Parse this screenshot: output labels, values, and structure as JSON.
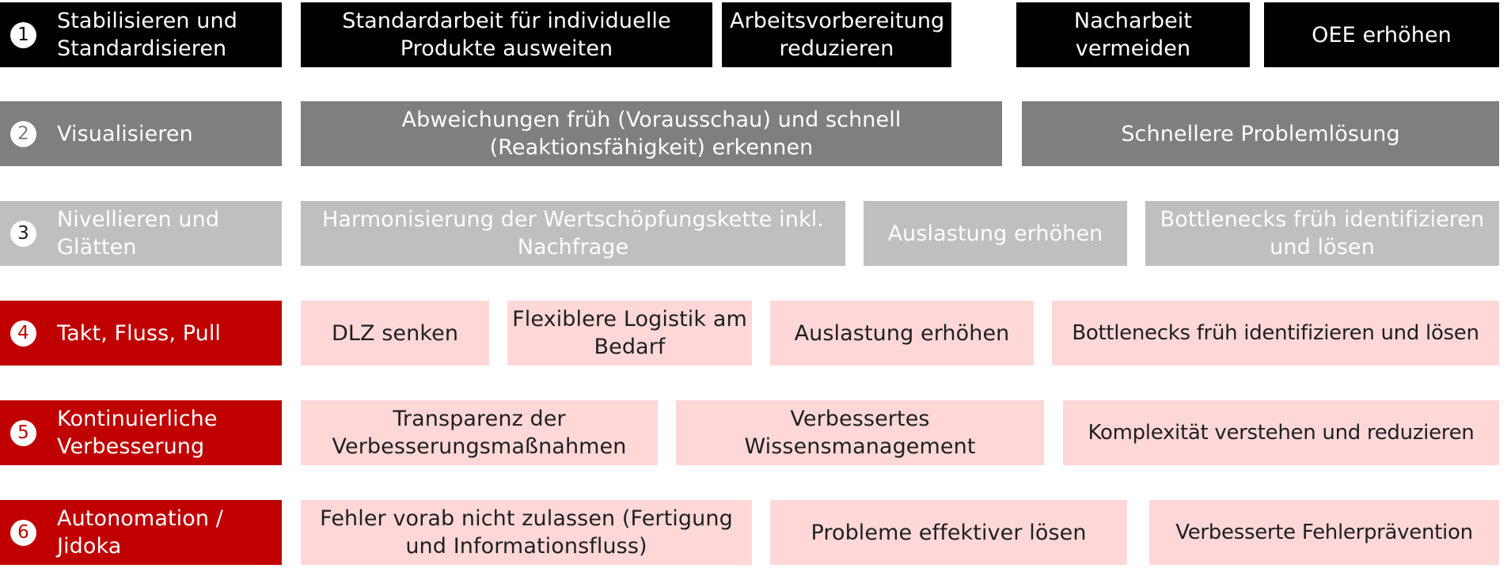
{
  "colors": {
    "black": "#000000",
    "dark_gray": "#7f7f7f",
    "light_gray": "#bfbfbf",
    "red": "#c00000",
    "pink": "#ffd7d7",
    "white": "#ffffff",
    "dark_text": "#1f1f1f"
  },
  "rows": [
    {
      "number": "1",
      "label": "Stabilisieren und Standardisieren",
      "goals": [
        "Standardarbeit für individuelle Produkte ausweiten",
        "Arbeitsvorbereitung reduzieren",
        "Nacharbeit vermeiden",
        "OEE erhöhen"
      ]
    },
    {
      "number": "2",
      "label": "Visualisieren",
      "goals": [
        "Abweichungen früh (Vorausschau) und schnell (Reaktionsfähigkeit) erkennen",
        "Schnellere Problemlösung"
      ]
    },
    {
      "number": "3",
      "label": "Nivellieren und Glätten",
      "goals": [
        "Harmonisierung der Wertschöpfungskette inkl. Nachfrage",
        "Auslastung erhöhen",
        "Bottlenecks früh identifizieren und lösen"
      ]
    },
    {
      "number": "4",
      "label": "Takt, Fluss, Pull",
      "goals": [
        "DLZ senken",
        "Flexiblere Logistik am Bedarf",
        "Auslastung erhöhen",
        "Bottlenecks früh identifizieren und lösen"
      ]
    },
    {
      "number": "5",
      "label": "Kontinuierliche Verbesserung",
      "goals": [
        "Transparenz der Verbesserungsmaßnahmen",
        "Verbessertes Wissensmanagement",
        "Komplexität verstehen und reduzieren"
      ]
    },
    {
      "number": "6",
      "label": "Autonomation / Jidoka",
      "goals": [
        "Fehler vorab nicht zulassen (Fertigung und Informationsfluss)",
        "Probleme effektiver lösen",
        "Verbesserte Fehlerprävention"
      ]
    }
  ]
}
